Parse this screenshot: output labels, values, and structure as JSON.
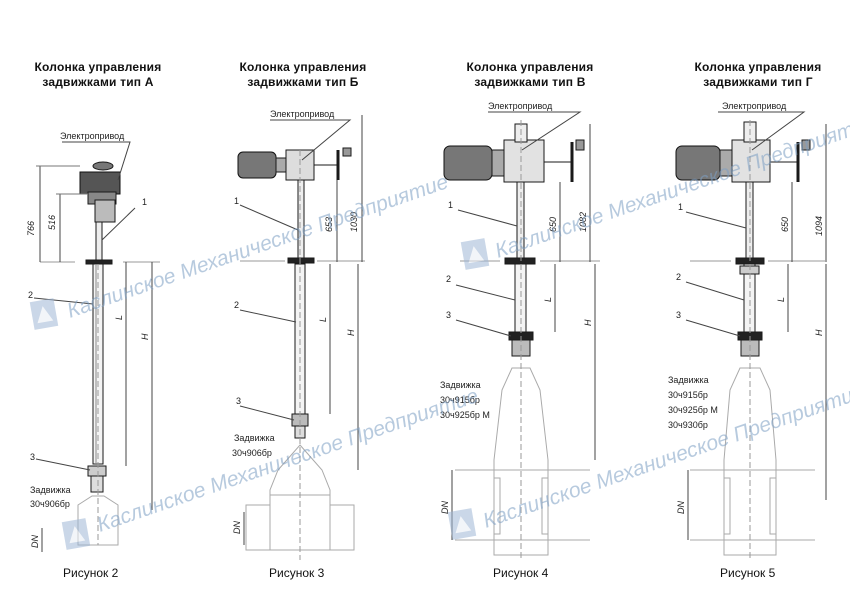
{
  "figures": [
    {
      "id": "a",
      "title": [
        "Колонка управления",
        "задвижками тип А"
      ],
      "caption": "Рисунок 2",
      "drive_label": "Электропривод",
      "valve_label": [
        "Задвижка",
        "30ч906бр"
      ],
      "parts": [
        "1",
        "2",
        "3"
      ],
      "dimensions": [
        "766",
        "516",
        "L",
        "H",
        "DN"
      ]
    },
    {
      "id": "b",
      "title": [
        "Колонка управления",
        "задвижками тип Б"
      ],
      "caption": "Рисунок 3",
      "drive_label": "Электропривод",
      "valve_label": [
        "Задвижка",
        "30ч906бр"
      ],
      "parts": [
        "1",
        "2",
        "3"
      ],
      "dimensions": [
        "653",
        "1030",
        "L",
        "H",
        "DN"
      ]
    },
    {
      "id": "c",
      "title": [
        "Колонка управления",
        "задвижками тип В"
      ],
      "caption": "Рисунок 4",
      "drive_label": "Электропривод",
      "valve_label": [
        "Задвижка",
        "30ч915бр",
        "30ч925бр М"
      ],
      "parts": [
        "1",
        "2",
        "3"
      ],
      "dimensions": [
        "650",
        "1082",
        "L",
        "H",
        "DN"
      ]
    },
    {
      "id": "d",
      "title": [
        "Колонка управления",
        "задвижками тип Г"
      ],
      "caption": "Рисунок 5",
      "drive_label": "Электропривод",
      "valve_label": [
        "Задвижка",
        "30ч915бр",
        "30ч925бр М",
        "30ч930бр"
      ],
      "parts": [
        "1",
        "2",
        "3"
      ],
      "dimensions": [
        "650",
        "1094",
        "L",
        "H",
        "DN"
      ]
    }
  ],
  "watermark": "Каслинское Механическое Предприятие",
  "colors": {
    "line": "#1a1a1a",
    "light_line": "#9a9a9a",
    "watermark": "#7d9fc4"
  }
}
